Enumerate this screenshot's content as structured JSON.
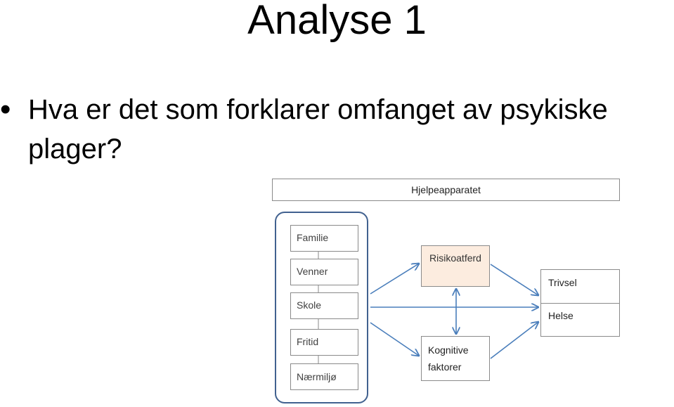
{
  "slide": {
    "title": "Analyse 1",
    "bullet": "Hva er det som forklarer omfanget av psykiske plager?"
  },
  "diagram": {
    "top_box": "Hjelpeapparatet",
    "factors": [
      "Familie",
      "Venner",
      "Skole",
      "Fritid",
      "Nærmiljø"
    ],
    "risk_box": "Risikoatferd",
    "cognitive_box": "Kognitive faktorer",
    "outcomes": [
      "Trivsel",
      "Helse"
    ],
    "colors": {
      "arrow": "#4a7ebb",
      "risk_fill": "#fcecdf",
      "group_border": "#41618f"
    }
  }
}
